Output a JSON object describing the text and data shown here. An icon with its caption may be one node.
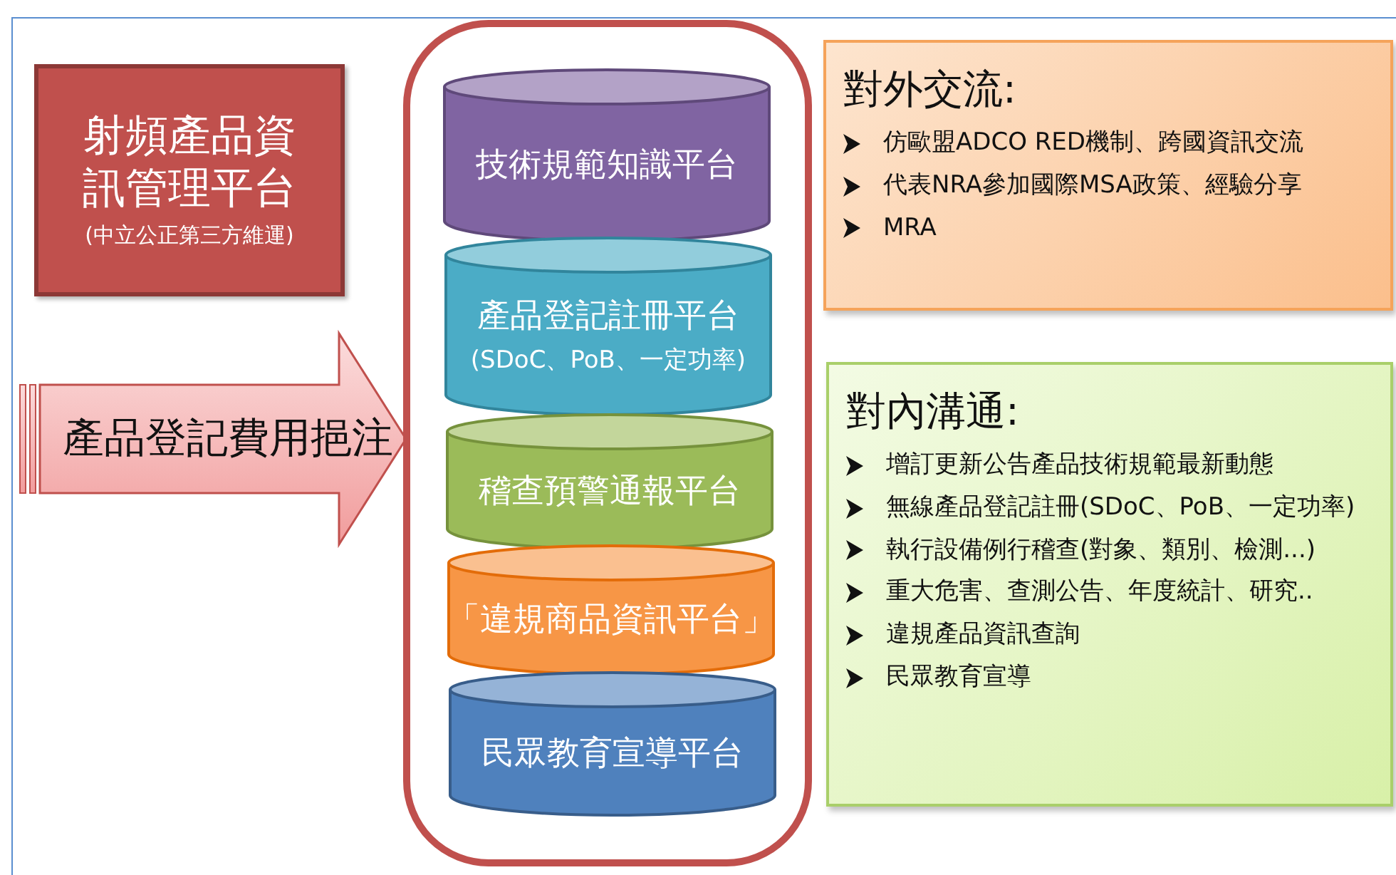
{
  "diagram": {
    "nodes": [
      {
        "text": [
          "射頻產品資訊管理平台",
          "(中立公正第三方維運)"
        ]
      },
      {
        "text": [
          "產品登記費用挹注"
        ]
      },
      {
        "text": [],
        "shape": "box"
      },
      {
        "text": [
          "技術規範知識平台"
        ],
        "in": 2
      },
      {
        "text": [
          "產品登記註冊平台",
          "(SDoC、PoB、一定功率)"
        ],
        "in": 2
      },
      {
        "text": [
          "稽查預警通報平台"
        ],
        "in": 2
      },
      {
        "text": [
          "「違規商品資訊平台」"
        ],
        "in": 2
      },
      {
        "text": [
          "民眾教育宣導平台"
        ],
        "in": 2
      },
      {
        "text": [
          "對外交流:",
          "仿歐盟ADCO RED機制、跨國資訊交流",
          "代表NRA參加國際MSA政策、經驗分享",
          "MRA"
        ]
      },
      {
        "text": [
          "對內溝通:",
          "增訂更新公告產品技術規範最新動態",
          "無線產品登記註冊(SDoC、PoB、一定功率)",
          "執行設備例行稽查(對象、類別、檢測...)",
          "重大危害、查測公告、年度統計、研究..",
          "違規產品資訊查詢",
          "民眾教育宣導"
        ]
      }
    ]
  }
}
